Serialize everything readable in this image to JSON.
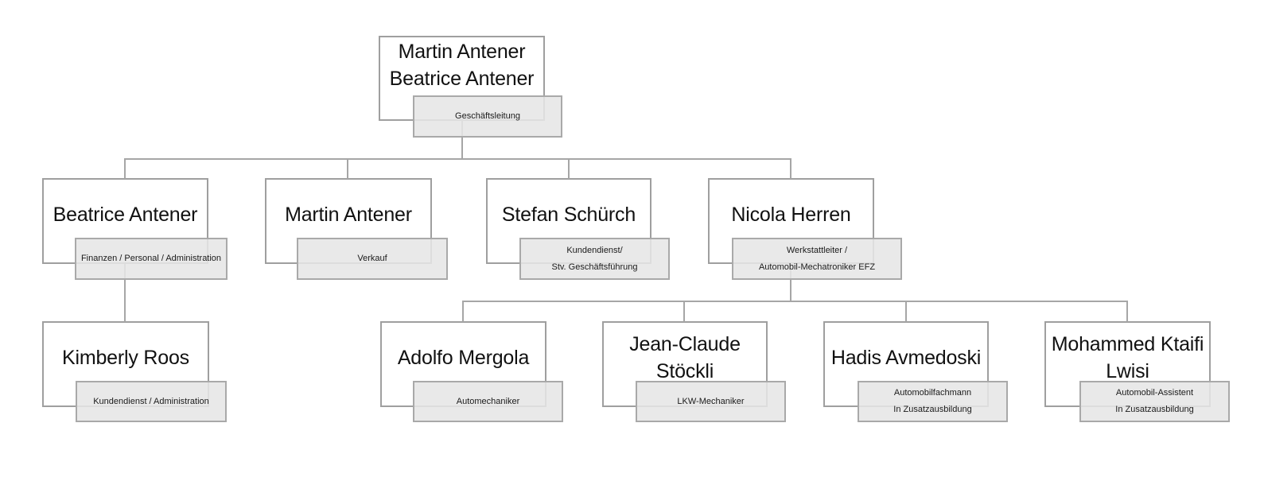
{
  "diagram": {
    "type": "org-chart",
    "background": "#ffffff"
  },
  "colors": {
    "name_box_fill": "#ffffff",
    "name_box_border": "#9f9f9f",
    "role_box_fill": "#e9e9e9",
    "role_box_border": "#a9a9a9",
    "connector": "#a6a6a6",
    "name_text": "#111111",
    "role_text": "#1a1a1a"
  },
  "nodes": {
    "geschaeftsleitung": {
      "name": "Martin Antener\nBeatrice Antener",
      "role": "Geschäftsleitung"
    },
    "finanzen": {
      "name": "Beatrice Antener",
      "role": "Finanzen / Personal / Administration"
    },
    "verkauf": {
      "name": "Martin Antener",
      "role": "Verkauf"
    },
    "kundendienst": {
      "name": "Stefan Schürch",
      "role": "Kundendienst/\nStv. Geschäftsführung"
    },
    "werkstatt": {
      "name": "Nicola Herren",
      "role": "Werkstattleiter /\nAutomobil-Mechatroniker EFZ"
    },
    "kimberly": {
      "name": "Kimberly Roos",
      "role": "Kundendienst / Administration"
    },
    "adolfo": {
      "name": "Adolfo Mergola",
      "role": "Automechaniker"
    },
    "jeanclaude": {
      "name": "Jean-Claude Stöckli",
      "role": "LKW-Mechaniker"
    },
    "jeanclaude_display": {
      "name": "Jean-Claude\nStöckli"
    },
    "hadis": {
      "name": "Hadis Avmedoski",
      "role": "Automobilfachmann\nIn Zusatzausbildung"
    },
    "mohammed": {
      "name": "Mohammed Ktaifi\nLwisi",
      "role": "Automobil-Assistent\nIn Zusatzausbildung"
    }
  },
  "edges": [
    [
      "geschaeftsleitung",
      "finanzen"
    ],
    [
      "geschaeftsleitung",
      "verkauf"
    ],
    [
      "geschaeftsleitung",
      "kundendienst"
    ],
    [
      "geschaeftsleitung",
      "werkstatt"
    ],
    [
      "finanzen",
      "kimberly"
    ],
    [
      "werkstatt",
      "adolfo"
    ],
    [
      "werkstatt",
      "jeanclaude"
    ],
    [
      "werkstatt",
      "hadis"
    ],
    [
      "werkstatt",
      "mohammed"
    ]
  ]
}
